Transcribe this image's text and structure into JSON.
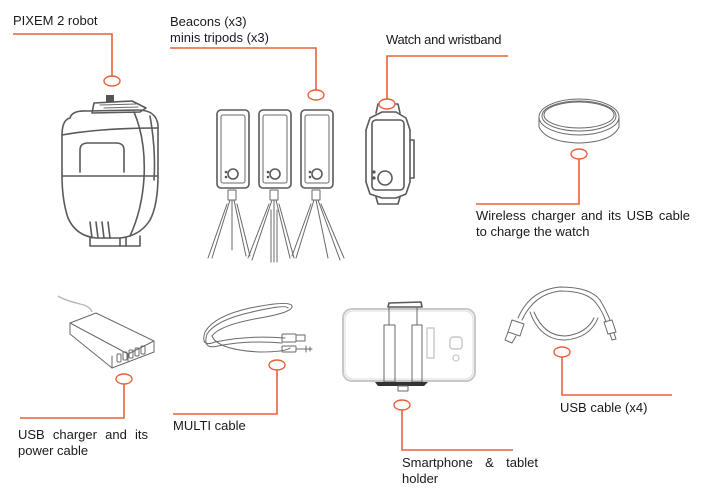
{
  "title": "Package contents",
  "accent_color": "#e8613a",
  "items": [
    {
      "id": "robot",
      "label": "PIXEM 2 robot",
      "icon": "robot-icon"
    },
    {
      "id": "beacons",
      "label_line1": "Beacons (x3)",
      "label_line2": "minis tripods (x3)",
      "icon": "beacon-tripod-icon"
    },
    {
      "id": "watch",
      "label": "Watch and wristband",
      "icon": "watch-icon"
    },
    {
      "id": "wireless-charger",
      "label": "Wireless charger and its USB cable to charge the watch",
      "icon": "wireless-charger-icon"
    },
    {
      "id": "usb-charger",
      "label": "USB charger and its power cable",
      "icon": "usb-charger-icon"
    },
    {
      "id": "multi-cable",
      "label": "MULTI cable",
      "icon": "multi-cable-icon"
    },
    {
      "id": "holder",
      "label": "Smartphone & tablet holder",
      "icon": "phone-holder-icon"
    },
    {
      "id": "usb-cable",
      "label": "USB cable (x4)",
      "icon": "usb-cable-icon"
    }
  ]
}
